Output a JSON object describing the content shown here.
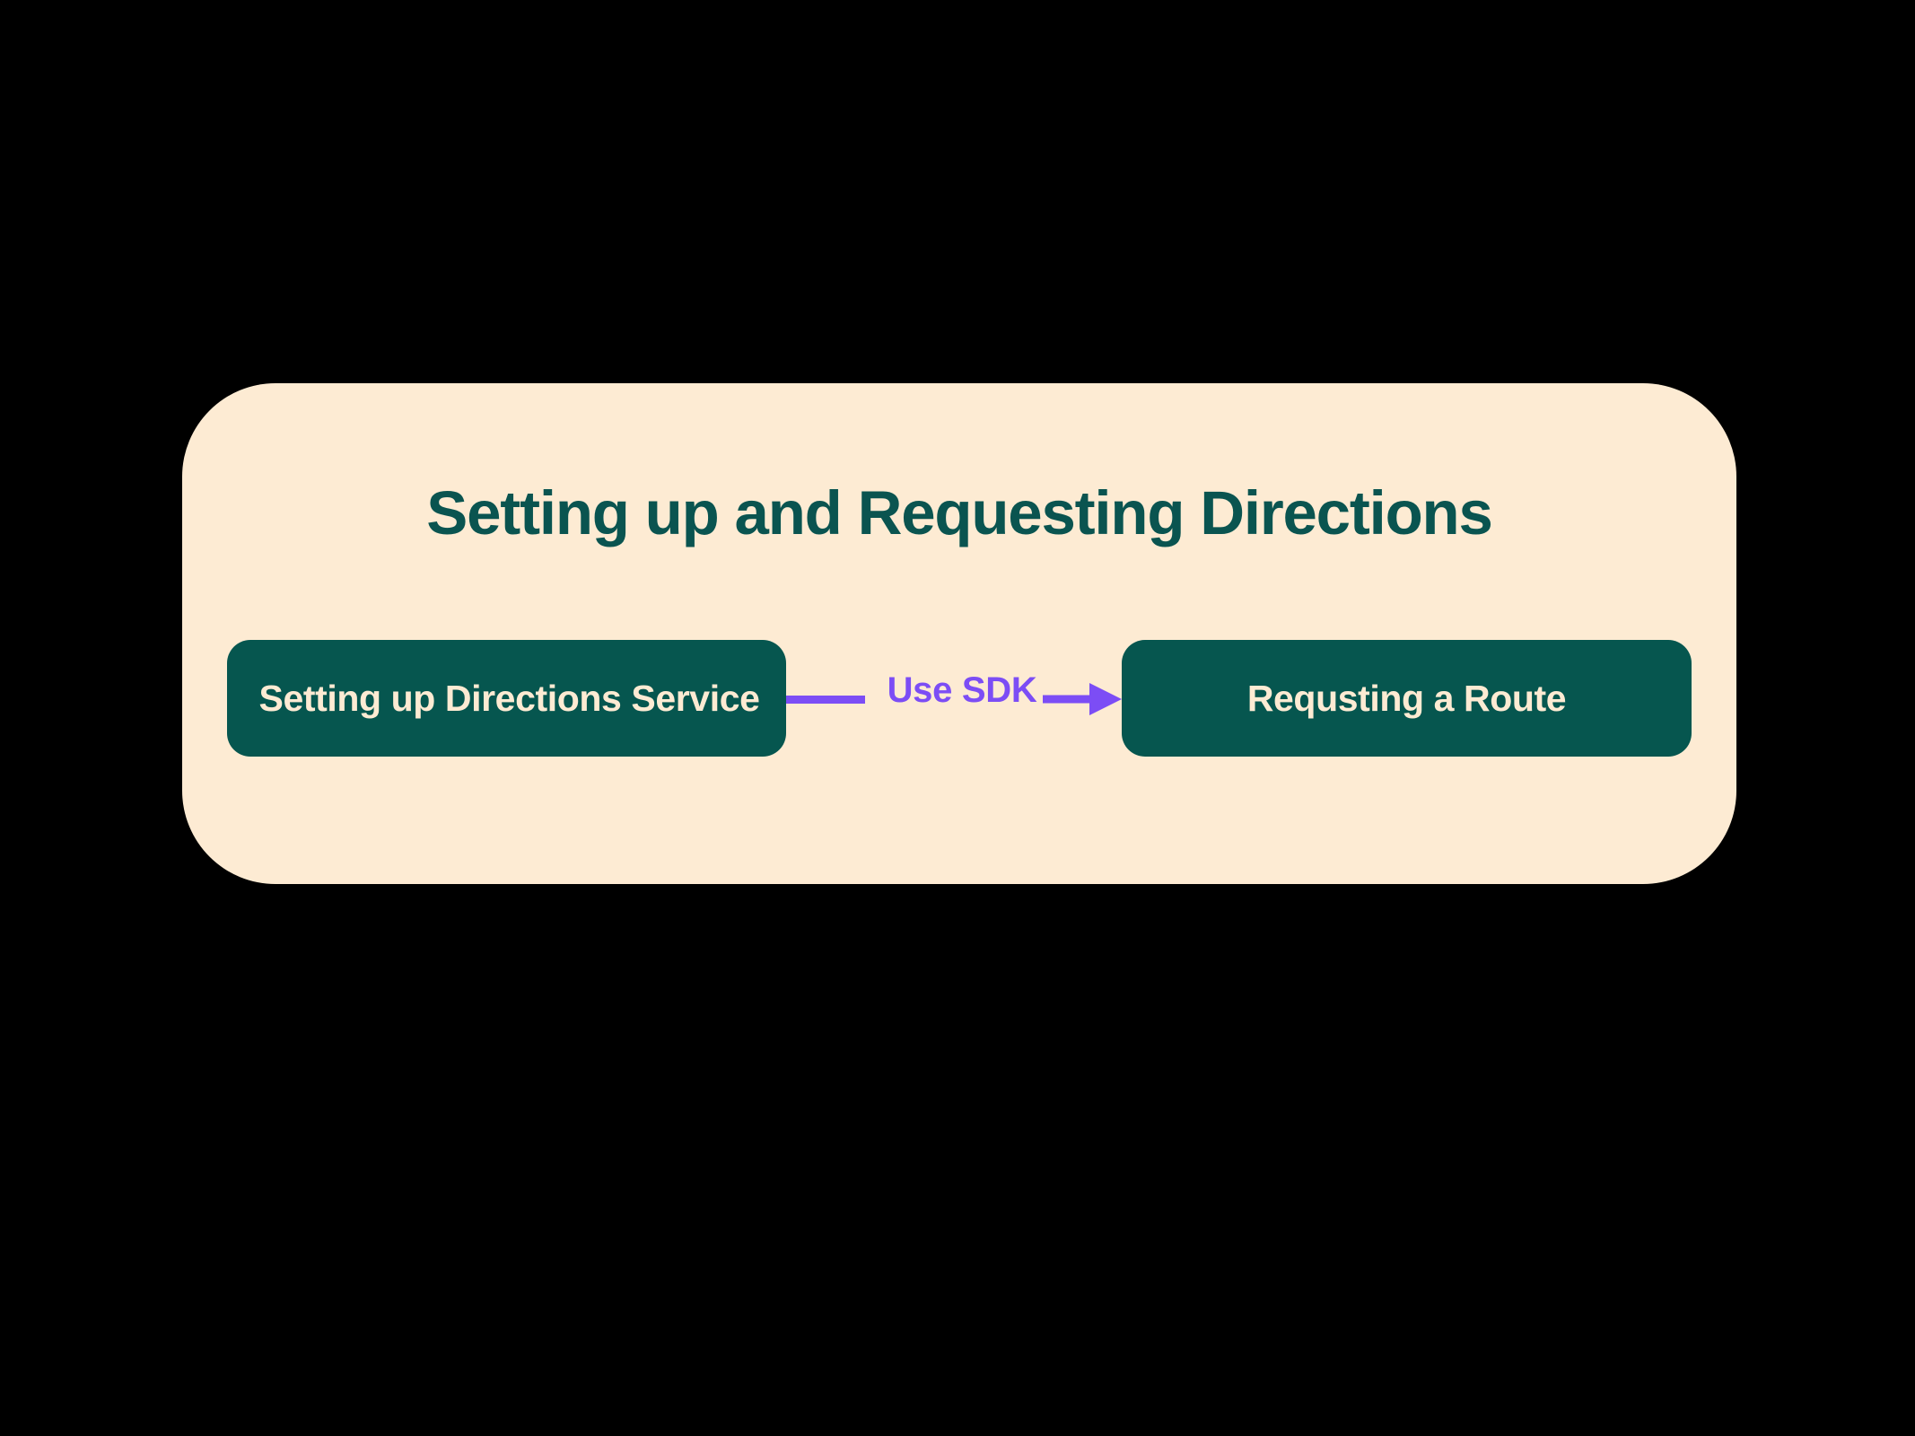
{
  "diagram": {
    "title": "Setting up and Requesting Directions",
    "card_background": "#FDEBD3",
    "title_color": "#0A5450",
    "node_color": "#06564F",
    "node_text_color": "#FDEBD3",
    "connector_color": "#7C4DF5",
    "canvas_background": "#000000",
    "nodes": [
      {
        "id": "setup",
        "label": "Setting up Directions Service"
      },
      {
        "id": "request",
        "label": "Requsting a Route"
      }
    ],
    "edges": [
      {
        "from": "setup",
        "to": "request",
        "label": "Use SDK",
        "arrow": "right-arrow-icon"
      }
    ]
  }
}
